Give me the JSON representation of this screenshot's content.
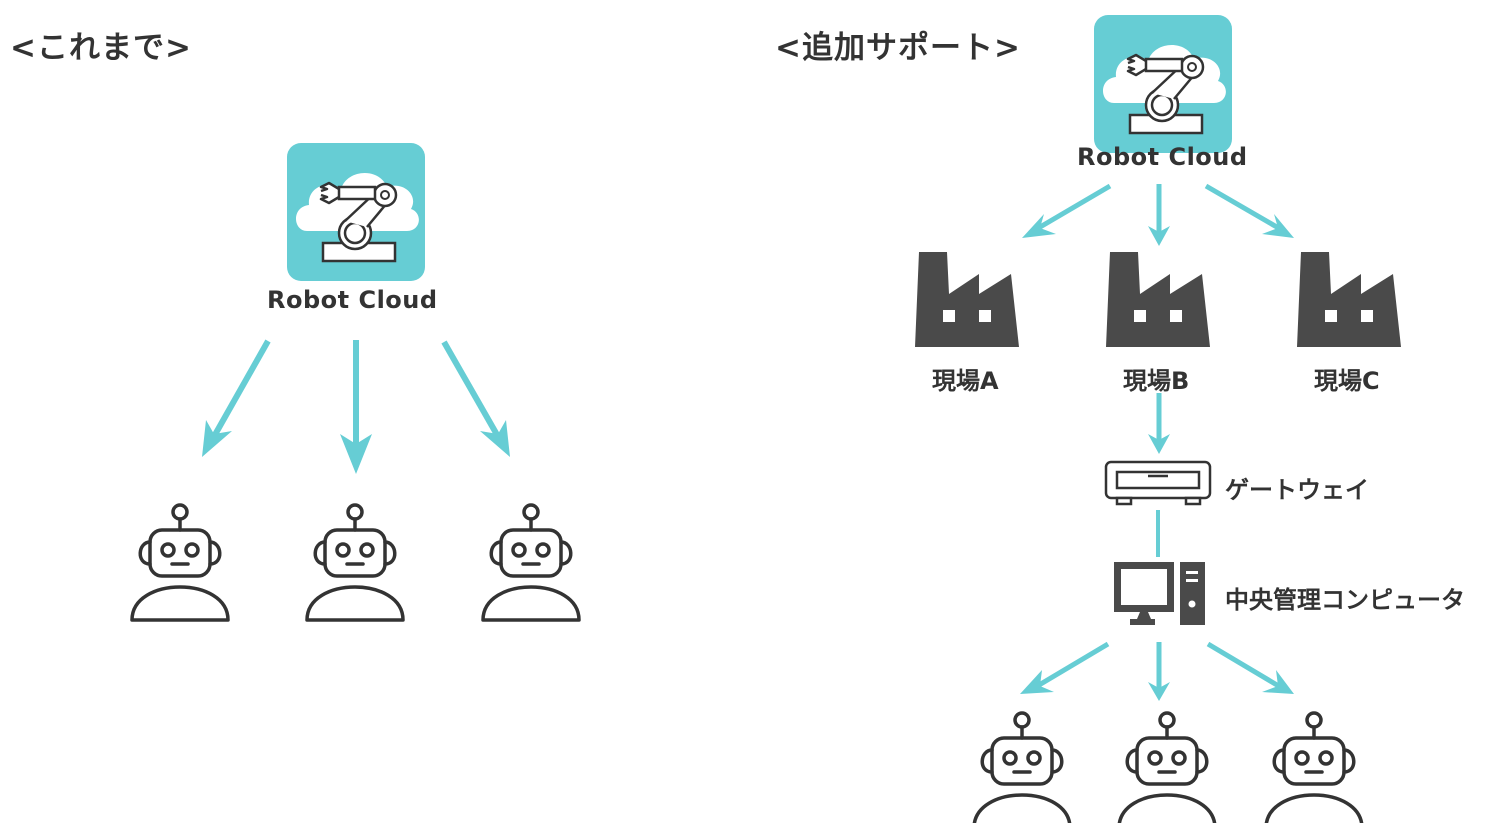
{
  "colors": {
    "accent": "#66CDD4",
    "icon_dark": "#4a4a4a",
    "text": "#333333",
    "background": "#ffffff"
  },
  "before": {
    "heading": "<これまで>",
    "cloud": {
      "label": "Robot Cloud",
      "icon": "robot-cloud-icon"
    },
    "robots": [
      {
        "icon": "robot-icon"
      },
      {
        "icon": "robot-icon"
      },
      {
        "icon": "robot-icon"
      }
    ]
  },
  "after": {
    "heading": "<追加サポート>",
    "cloud": {
      "label": "Robot Cloud",
      "icon": "robot-cloud-icon"
    },
    "sites": [
      {
        "label": "現場A",
        "icon": "factory-icon"
      },
      {
        "label": "現場B",
        "icon": "factory-icon"
      },
      {
        "label": "現場C",
        "icon": "factory-icon"
      }
    ],
    "gateway": {
      "label": "ゲートウェイ",
      "icon": "gateway-icon"
    },
    "computer": {
      "label": "中央管理コンピュータ",
      "icon": "computer-icon"
    },
    "robots": [
      {
        "icon": "robot-icon"
      },
      {
        "icon": "robot-icon"
      },
      {
        "icon": "robot-icon"
      }
    ]
  }
}
